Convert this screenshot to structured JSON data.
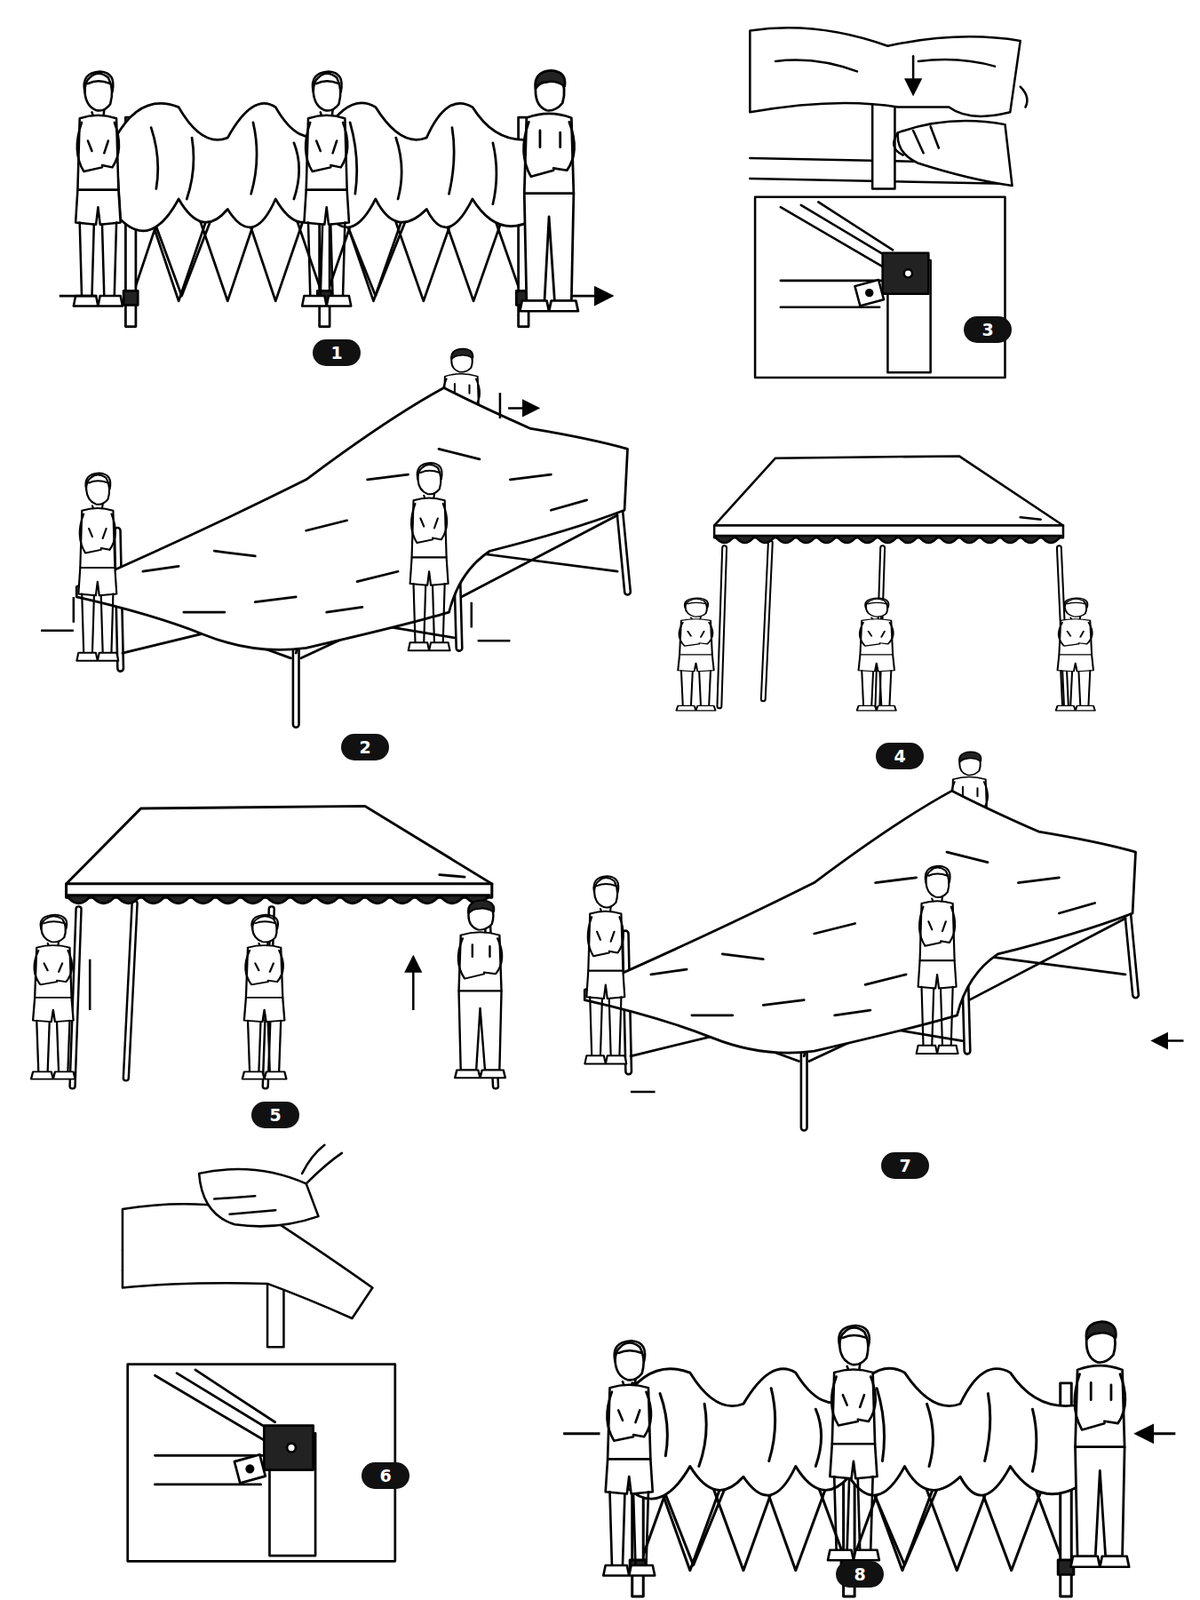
{
  "diagram": {
    "labels": [
      "1",
      "3",
      "2",
      "4",
      "5",
      "7",
      "6",
      "8"
    ]
  }
}
